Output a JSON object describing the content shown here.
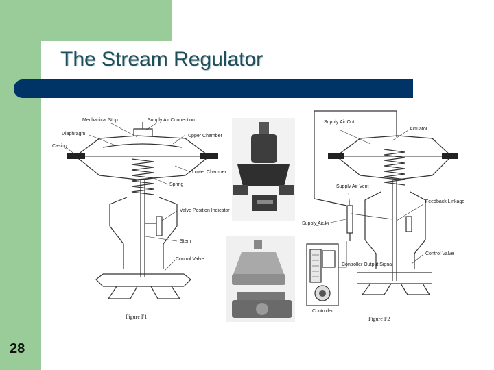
{
  "slide": {
    "title": "The Stream Regulator",
    "page_number": "28"
  },
  "figure1": {
    "labels": {
      "mechanical_stop": "Mechanical Stop",
      "supply_air_connection": "Supply Air Connection",
      "diaphragm": "Diaphragm",
      "upper_chamber": "Upper Chamber",
      "casing": "Casing",
      "lower_chamber": "Lower Chamber",
      "spring": "Spring",
      "valve_position_indicator": "Valve Position Indicator",
      "stem": "Stem",
      "control_valve": "Control Valve"
    },
    "caption": "Figure F1"
  },
  "figure2": {
    "labels": {
      "supply_air_out": "Supply Air Out",
      "actuator": "Actuator",
      "supply_air_vent": "Supply Air Vent",
      "feedback_linkage": "Feedback Linkage",
      "supply_air_in": "Supply Air In",
      "control_valve": "Control Valve",
      "controller_output_signal": "Controller Output Signal",
      "controller": "Controller"
    },
    "caption": "Figure F2"
  },
  "colors": {
    "green": "#99cc99",
    "navy_bar": "#003366",
    "title_text": "#1f4e5a"
  }
}
